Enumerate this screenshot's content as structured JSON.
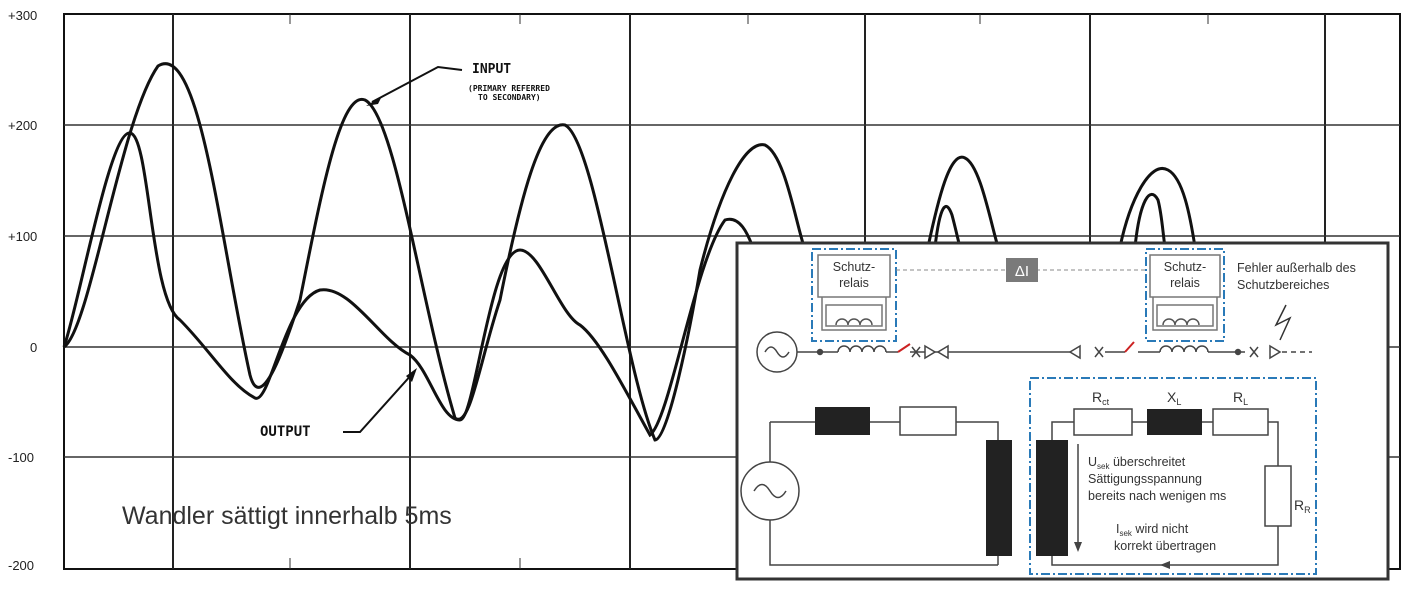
{
  "graph": {
    "y_ticks": [
      {
        "value": 300,
        "label": "+300"
      },
      {
        "value": 200,
        "label": "+200"
      },
      {
        "value": 100,
        "label": "+100"
      },
      {
        "value": 0,
        "label": "0"
      },
      {
        "value": -100,
        "label": "-100"
      },
      {
        "value": -200,
        "label": "-200"
      }
    ],
    "input_label": "INPUT",
    "input_sublabel_1": "(PRIMARY REFERRED",
    "input_sublabel_2": "TO SECONDARY)",
    "output_label": "OUTPUT",
    "caption": "Wandler sättigt innerhalb 5ms"
  },
  "circuit": {
    "relay_left_line1": "Schutz-",
    "relay_left_line2": "relais",
    "relay_right_line1": "Schutz-",
    "relay_right_line2": "relais",
    "delta_label": "ΔI",
    "fault_line1": "Fehler außerhalb des",
    "fault_line2": "Schutzbereiches",
    "r_ct": "R",
    "r_ct_sub": "ct",
    "x_l": "X",
    "x_l_sub": "L",
    "r_l": "R",
    "r_l_sub": "L",
    "r_r": "R",
    "r_r_sub": "R",
    "u_sek": "U",
    "u_sek_sub": "sek",
    "u_sek_text": " überschreitet",
    "saturation_line2": "Sättigungsspannung",
    "saturation_line3": "bereits nach wenigen ms",
    "i_sek": "I",
    "i_sek_sub": "sek",
    "i_sek_text": " wird nicht",
    "i_sek_line2": "korrekt übertragen"
  }
}
